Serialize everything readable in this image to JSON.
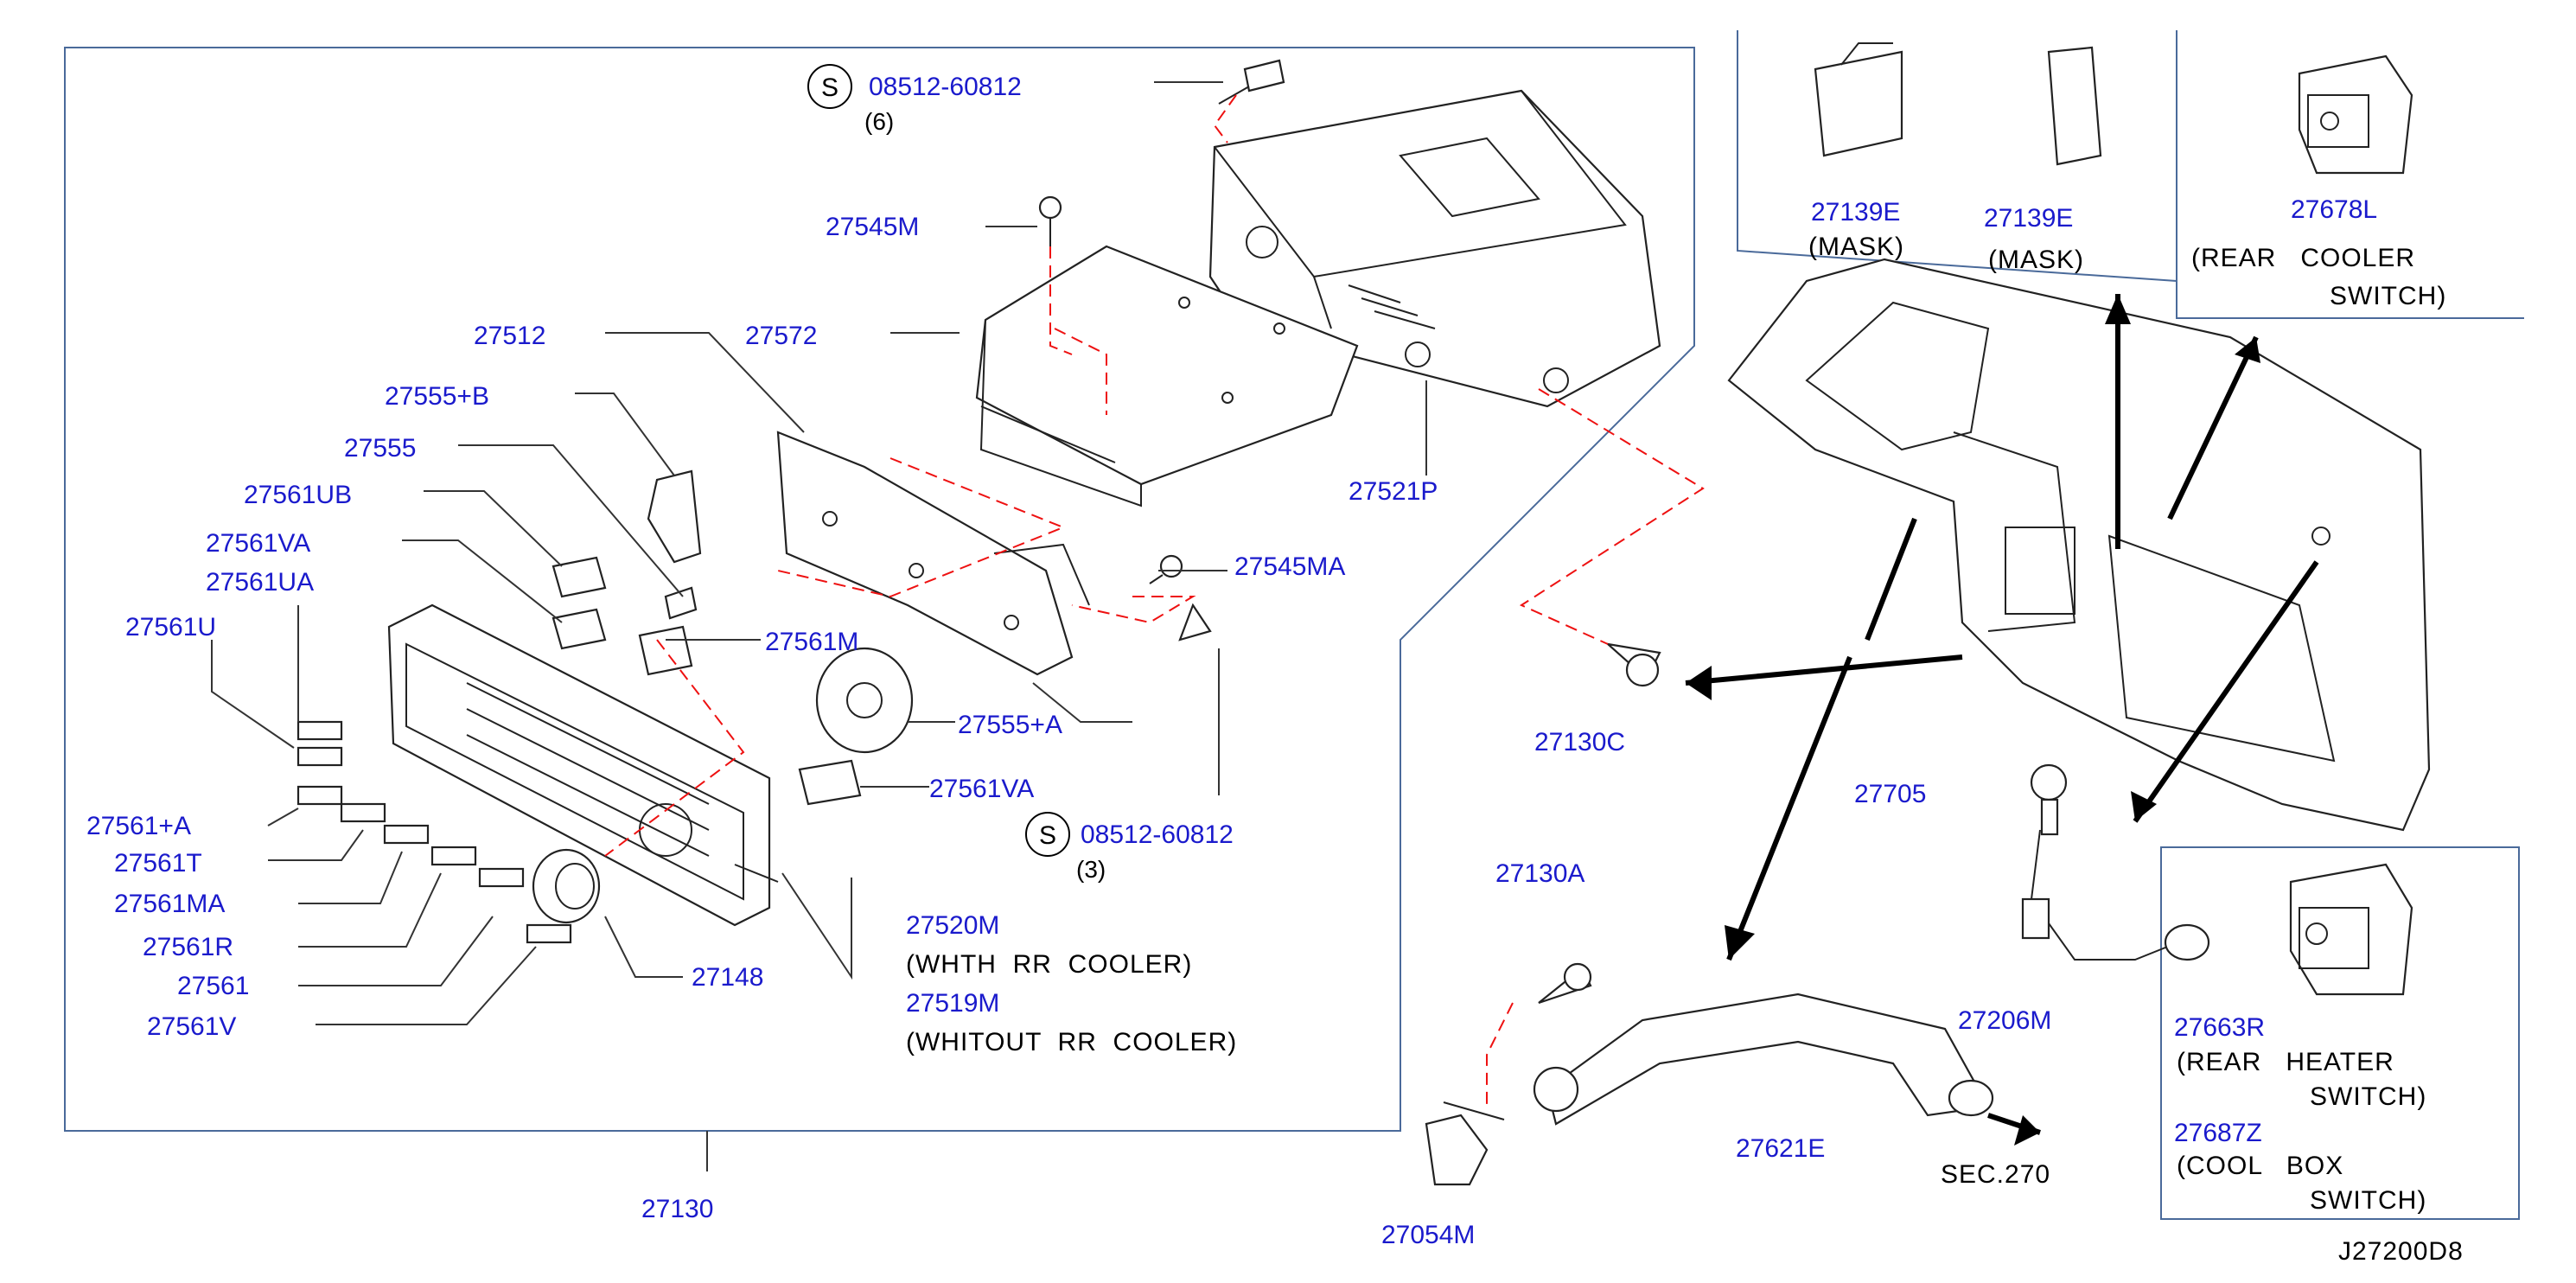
{
  "diagram_code": "J27200D8",
  "parts": {
    "p08512_60812_a": "08512-60812",
    "qty_6": "(6)",
    "p27545M": "27545M",
    "p27512": "27512",
    "p27572": "27572",
    "p27555B": "27555+B",
    "p27555": "27555",
    "p27561UB": "27561UB",
    "p27561VA_a": "27561VA",
    "p27561UA": "27561UA",
    "p27561U": "27561U",
    "p27561M": "27561M",
    "p27555A": "27555+A",
    "p27561VA_b": "27561VA",
    "p27545MA": "27545MA",
    "p27521P": "27521P",
    "p08512_60812_b": "08512-60812",
    "qty_3": "(3)",
    "p27561A": "27561+A",
    "p27561T": "27561T",
    "p27561MA": "27561MA",
    "p27561R": "27561R",
    "p27561": "27561",
    "p27561V": "27561V",
    "p27148": "27148",
    "p27520M": "27520M",
    "note_27520M": "(WHTH  RR  COOLER)",
    "p27519M": "27519M",
    "note_27519M": "(WHITOUT  RR  COOLER)",
    "p27130": "27130",
    "p27139E_a": "27139E",
    "note_mask_a": "(MASK)",
    "p27139E_b": "27139E",
    "note_mask_b": "(MASK)",
    "p27678L": "27678L",
    "note_27678L_1": "(REAR   COOLER",
    "note_27678L_2": "SWITCH)",
    "p27130C": "27130C",
    "p27705": "27705",
    "p27130A": "27130A",
    "p27206M": "27206M",
    "p27621E": "27621E",
    "sec270": "SEC.270",
    "p27054M": "27054M",
    "p27663R": "27663R",
    "note_27663R_1": "(REAR   HEATER",
    "note_27663R_2": "SWITCH)",
    "p27687Z": "27687Z",
    "note_27687Z_1": "(COOL   BOX",
    "note_27687Z_2": "SWITCH)",
    "s_symbol": "S"
  }
}
